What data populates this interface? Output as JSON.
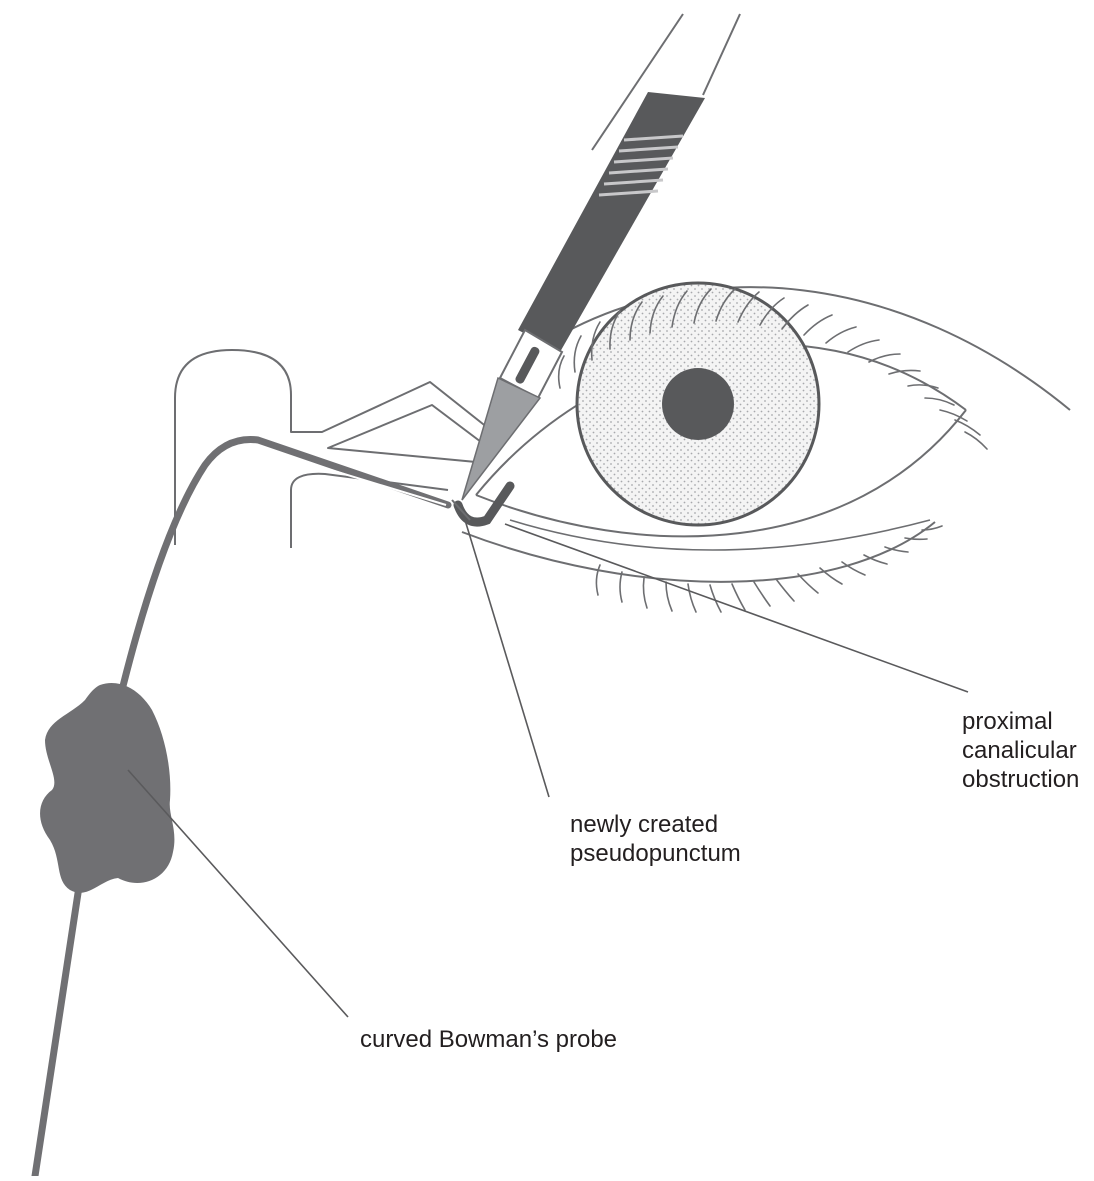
{
  "labels": {
    "proximal_obstruction": [
      "proximal",
      "canalicular",
      "obstruction"
    ],
    "pseudopunctum": [
      "newly created",
      "pseudopunctum"
    ],
    "probe": "curved Bowman’s probe"
  },
  "colors": {
    "outline": "#6d6e71",
    "dark_fill": "#58595b",
    "probe": "#707073",
    "leader": "#5a5a5c",
    "text": "#231f20",
    "iris_fill": "#ececec"
  }
}
